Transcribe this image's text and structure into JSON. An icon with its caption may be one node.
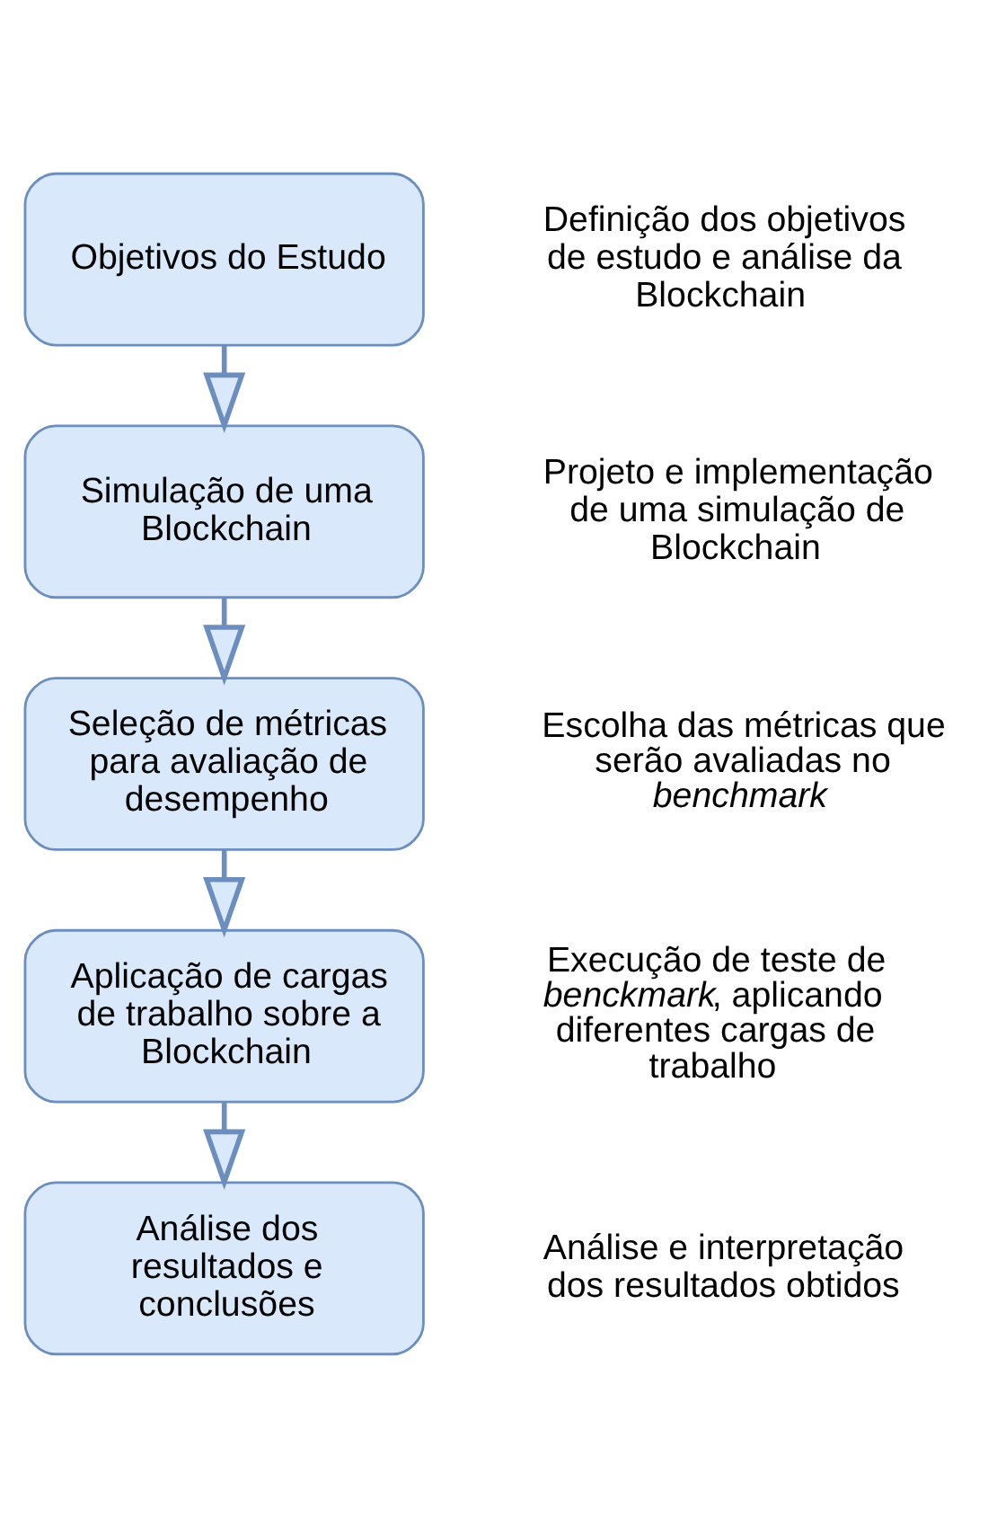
{
  "diagram": {
    "nodes": [
      {
        "text": [
          "Objetivos do Estudo"
        ],
        "beside": [
          "Definição dos objetivos de estudo e análise da Blockchain"
        ]
      },
      {
        "text": [
          "Simulação de uma Blockchain"
        ],
        "beside": [
          "Projeto e implementação de uma simulação de Blockchain"
        ]
      },
      {
        "text": [
          "Seleção de métricas para avaliação de desempenho"
        ],
        "beside": [
          "Escolha das métricas que serão avaliadas no *benchmark*"
        ]
      },
      {
        "text": [
          "Aplicação de cargas de trabalho sobre a Blockchain"
        ],
        "beside": [
          "Execução de teste de *benckmark*, aplicando diferentes cargas de trabalho"
        ]
      },
      {
        "text": [
          "Análise dos resultados e conclusões"
        ],
        "beside": [
          "Análise e interpretação dos resultados obtidos"
        ]
      }
    ],
    "edges": [
      {
        "from": 0,
        "to": 1,
        "arrow": "to"
      },
      {
        "from": 1,
        "to": 2,
        "arrow": "to"
      },
      {
        "from": 2,
        "to": 3,
        "arrow": "to"
      },
      {
        "from": 3,
        "to": 4,
        "arrow": "to"
      }
    ]
  }
}
